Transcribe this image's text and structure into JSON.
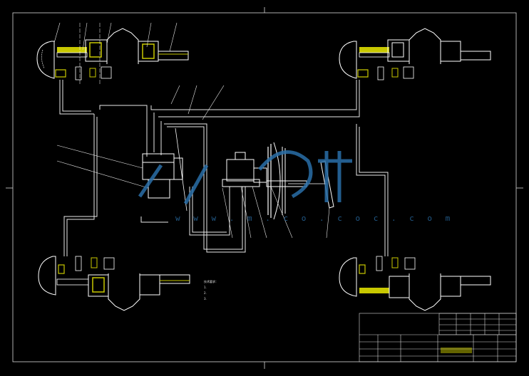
{
  "watermark": {
    "text": "w w w . m . c o . c o c . c o m"
  },
  "notes": [
    "技术要求：",
    "1.",
    "2.",
    "3."
  ],
  "title_block": {
    "stamp": "",
    "code": ""
  }
}
